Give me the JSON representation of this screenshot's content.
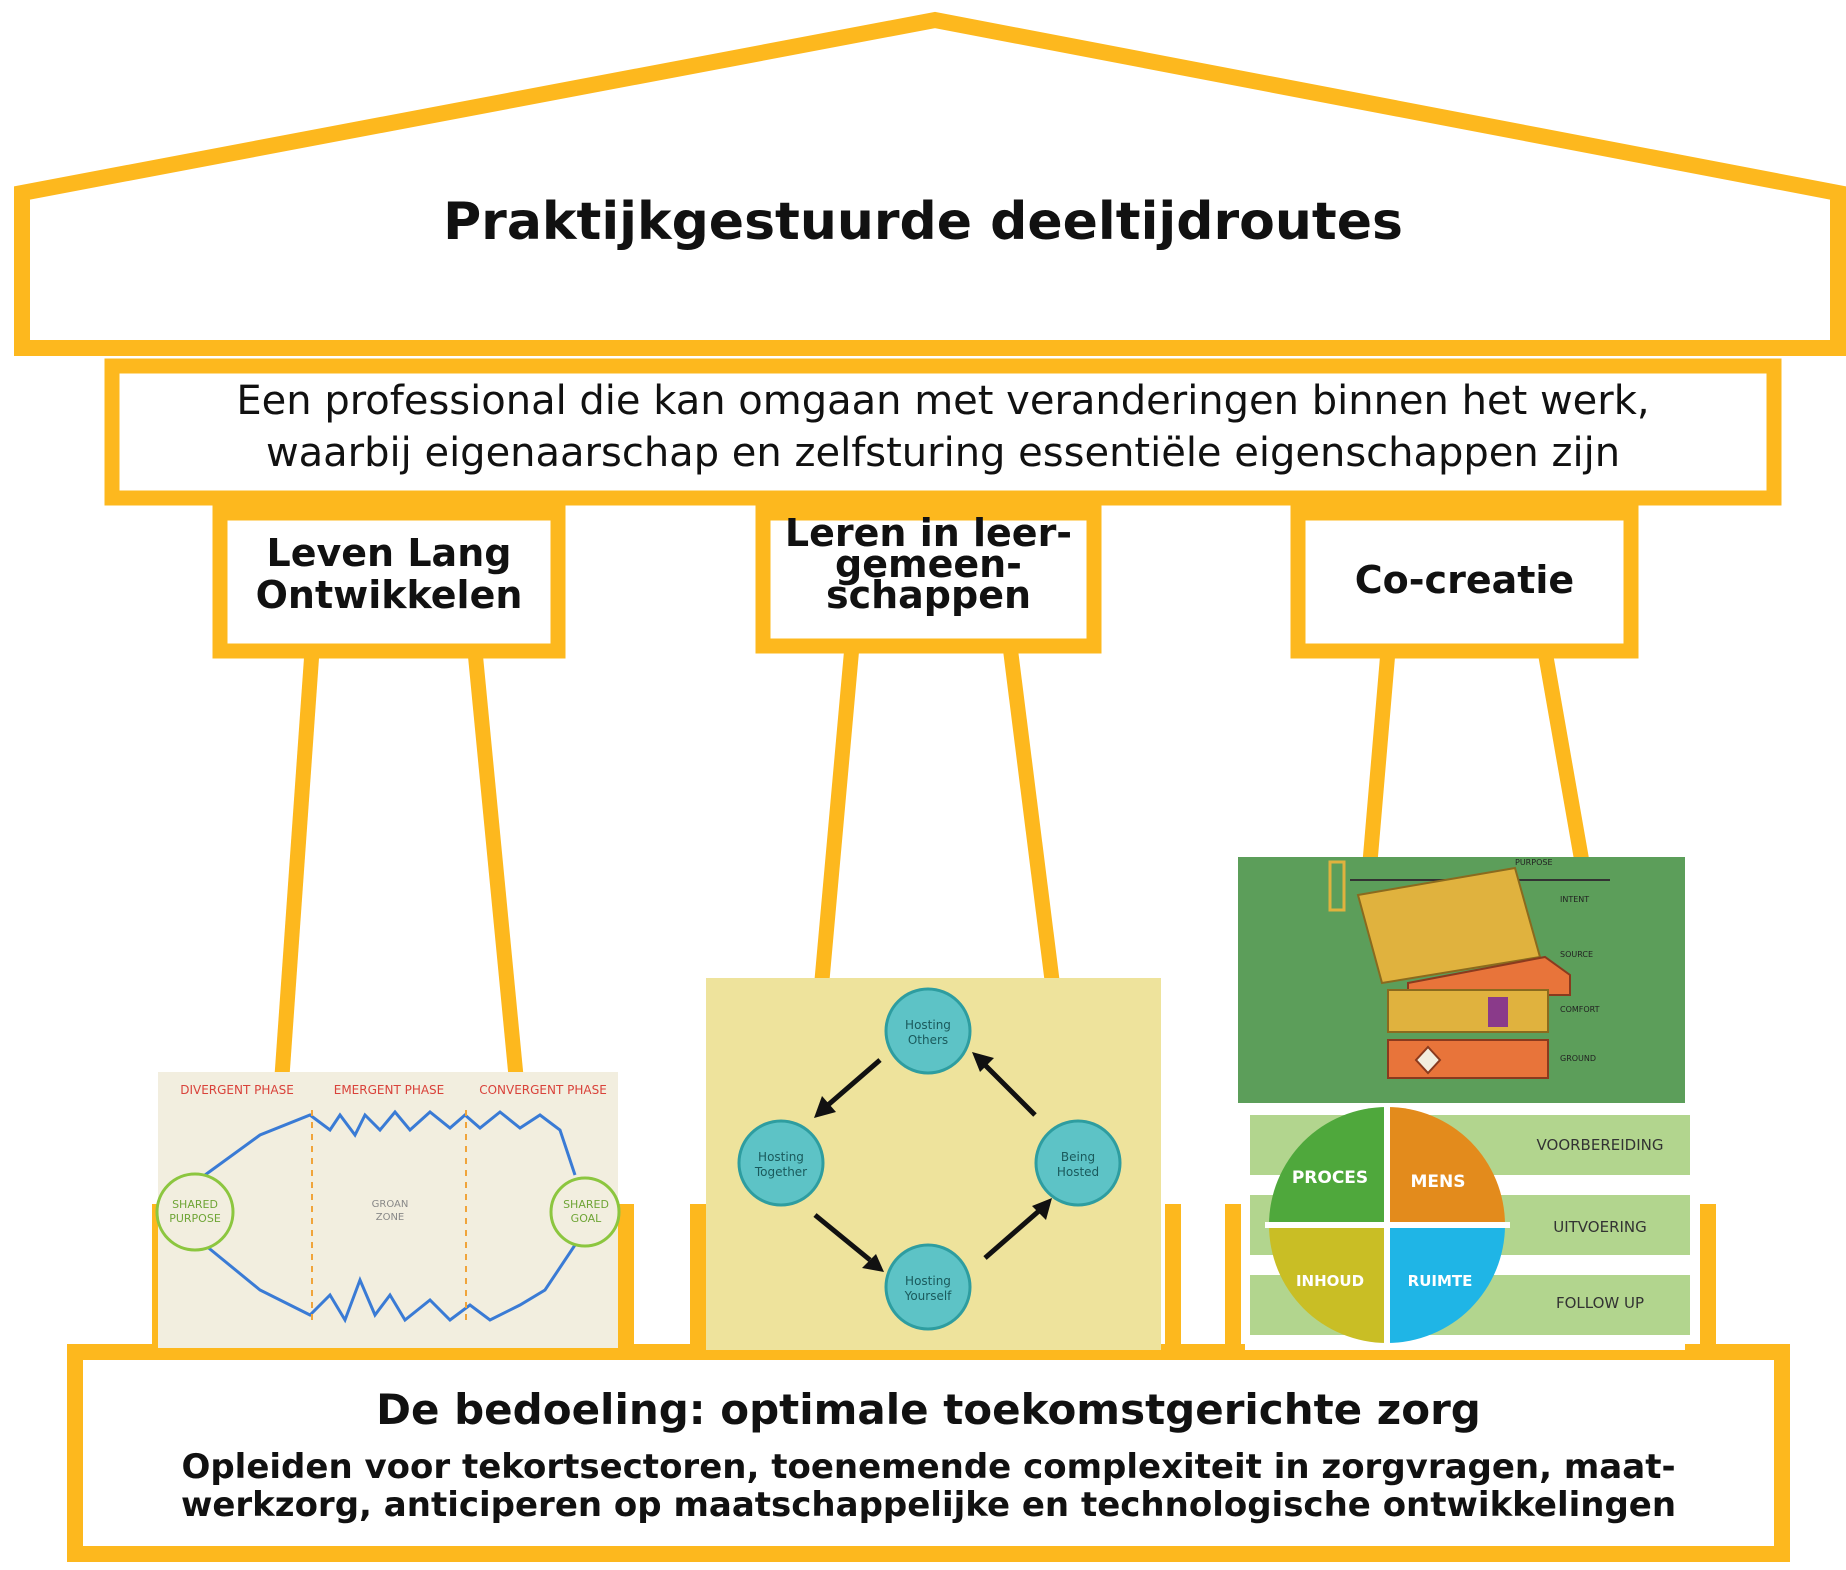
{
  "roof": {
    "title": "Praktijkgestuurde deeltijdroutes"
  },
  "beam": {
    "line1": "Een professional die kan omgaan met veranderingen binnen het werk,",
    "line2": "waarbij eigenaarschap en zelfsturing essentiële eigenschappen zijn"
  },
  "pillars": [
    {
      "lines": [
        "Leven Lang",
        "Ontwikkelen"
      ]
    },
    {
      "lines": [
        "Leren in leer-",
        "gemeen-",
        "schappen"
      ]
    },
    {
      "lines": [
        "Co-creatie"
      ]
    }
  ],
  "images": {
    "diamond": {
      "phases": [
        "DIVERGENT PHASE",
        "EMERGENT PHASE",
        "CONVERGENT PHASE"
      ],
      "left_circle": [
        "SHARED",
        "PURPOSE"
      ],
      "center": [
        "GROAN",
        "ZONE"
      ],
      "right_circle": [
        "SHARED",
        "GOAL"
      ]
    },
    "hosting": {
      "nodes": [
        {
          "lines": [
            "Hosting",
            "Others"
          ]
        },
        {
          "lines": [
            "Hosting",
            "Together"
          ]
        },
        {
          "lines": [
            "Being",
            "Hosted"
          ]
        },
        {
          "lines": [
            "Hosting",
            "Yourself"
          ]
        }
      ]
    },
    "cocreation_top": {
      "labels": [
        "PURPOSE",
        "INTENT",
        "SOURCE",
        "COMFORT",
        "GROUND"
      ]
    },
    "quadrant": {
      "q1": "PROCES",
      "q2": "MENS",
      "q3": "INHOUD",
      "q4": "RUIMTE",
      "bars": [
        "VOORBEREIDING",
        "UITVOERING",
        "FOLLOW UP"
      ]
    }
  },
  "foundation": {
    "title": "De bedoeling: optimale toekomstgerichte zorg",
    "line1": "Opleiden voor tekortsectoren, toenemende complexiteit in zorgvragen, maat-",
    "line2": "werkzorg, anticiperen op maatschappelijke en technologische ontwikkelingen"
  },
  "colors": {
    "frame": "#FDB81E",
    "green": "#5C9E5A",
    "gold": "#E0B23E",
    "orange": "#E8743A",
    "teal": "#5DC3C6",
    "paper": "#F2EEDF",
    "hostbg": "#EEE39C"
  }
}
